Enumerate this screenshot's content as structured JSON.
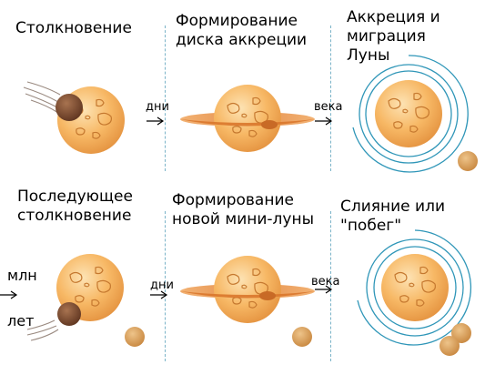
{
  "rows": [
    {
      "panels": [
        {
          "title": "Столкновение"
        },
        {
          "title": "Формирование\nдиска аккреции"
        },
        {
          "title": "Аккреция и\nмиграция\nЛуны"
        }
      ],
      "arrows": [
        "дни",
        "века"
      ]
    },
    {
      "panels": [
        {
          "title": "Последующее\nстолкновение"
        },
        {
          "title": "Формирование\nновой мини-луны"
        },
        {
          "title": "Слияние или\n\"побег\""
        }
      ],
      "arrows": [
        "дни",
        "века"
      ]
    }
  ],
  "interval": {
    "top": "млн",
    "bottom": "лет"
  },
  "colors": {
    "planet_light": "#fcd49a",
    "planet_mid": "#f4ae5a",
    "planet_dark": "#d8873a",
    "impactor": "#7a4a30",
    "moonlet": "#d7a05c",
    "disk": "#e88a3a",
    "orbit_line": "#2f96b8",
    "divider": "#7ab3c8"
  }
}
